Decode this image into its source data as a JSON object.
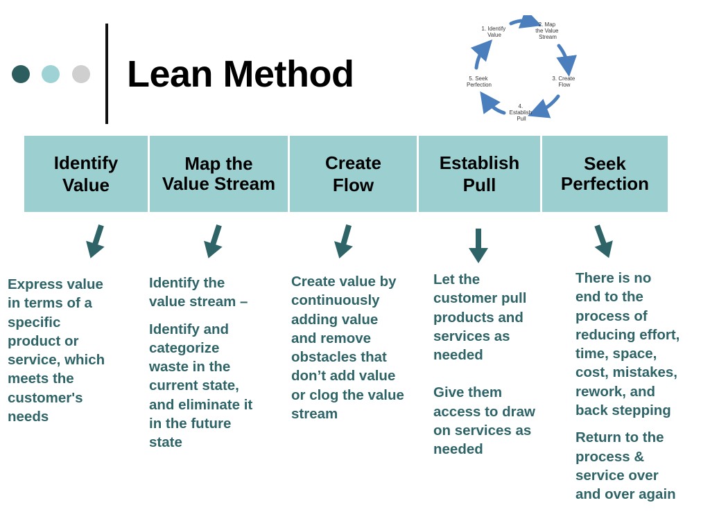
{
  "slide": {
    "title": "Lean Method",
    "accent_colors": [
      "#2d5e5f",
      "#9fd2d4",
      "#cfcfcf"
    ],
    "header_color": "#9ccfd0",
    "text_color": "#2e6467"
  },
  "cycle": {
    "steps": [
      [
        "1. Identify",
        "Value"
      ],
      [
        "2. Map",
        "the Value",
        "Stream"
      ],
      [
        "3. Create",
        "Flow"
      ],
      [
        "4.",
        "Establish",
        "Pull"
      ],
      [
        "5. Seek",
        "Perfection"
      ]
    ]
  },
  "columns": [
    {
      "header": "Identify\nValue",
      "paragraphs": [
        "Express value\nin terms of a\nspecific\nproduct or\nservice, which\nmeets the\ncustomer's\nneeds"
      ]
    },
    {
      "header": "Map the\nValue Stream",
      "paragraphs": [
        "Identify the\nvalue stream –",
        "Identify and\ncategorize\nwaste in the\ncurrent state,\nand eliminate it\nin the future\nstate"
      ]
    },
    {
      "header": "Create\nFlow",
      "paragraphs": [
        "Create value by\ncontinuously\nadding value\nand remove\nobstacles that\ndon’t add value\nor clog the value\nstream"
      ]
    },
    {
      "header": "Establish\nPull",
      "paragraphs": [
        "Let the\ncustomer pull\nproducts and\nservices as\nneeded",
        "Give them\naccess to draw\non services as\nneeded"
      ]
    },
    {
      "header": "Seek\nPerfection",
      "paragraphs": [
        "There is no\nend to the\nprocess of\nreducing effort,\ntime, space,\ncost, mistakes,\nrework, and\nback stepping",
        "Return to the\nprocess &\nservice over\nand over again"
      ]
    }
  ]
}
